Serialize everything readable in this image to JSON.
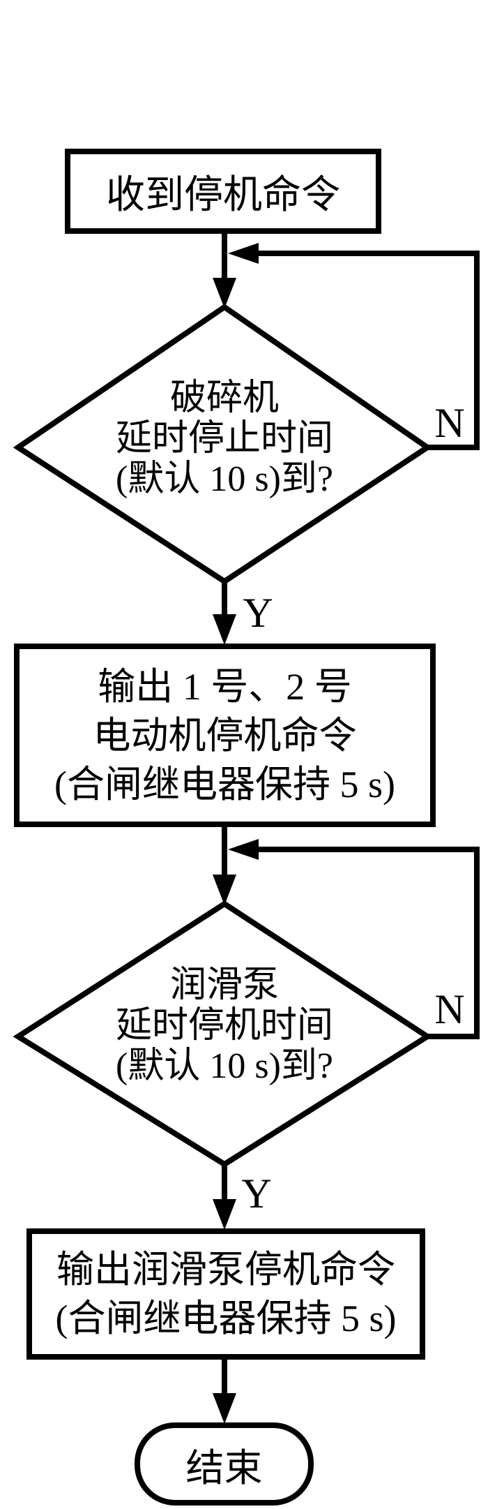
{
  "colors": {
    "ink": "#000000",
    "paper": "#ffffff"
  },
  "nodes": {
    "start": {
      "text": "收到停机命令"
    },
    "decision1": {
      "l1": "破碎机",
      "l2": "延时停止时间",
      "l3": "(默认 10 s)到?"
    },
    "process1": {
      "l1": "输出 1 号、2 号",
      "l2": "电动机停机命令",
      "l3": "(合闸继电器保持 5 s)"
    },
    "decision2": {
      "l1": "润滑泵",
      "l2": "延时停机时间",
      "l3": "(默认 10 s)到?"
    },
    "process2": {
      "l1": "输出润滑泵停机命令",
      "l2": "(合闸继电器保持 5 s)"
    },
    "terminal": {
      "text": "结束"
    }
  },
  "labels": {
    "decision1_no": "N",
    "decision1_yes": "Y",
    "decision2_no": "N",
    "decision2_yes": "Y"
  }
}
